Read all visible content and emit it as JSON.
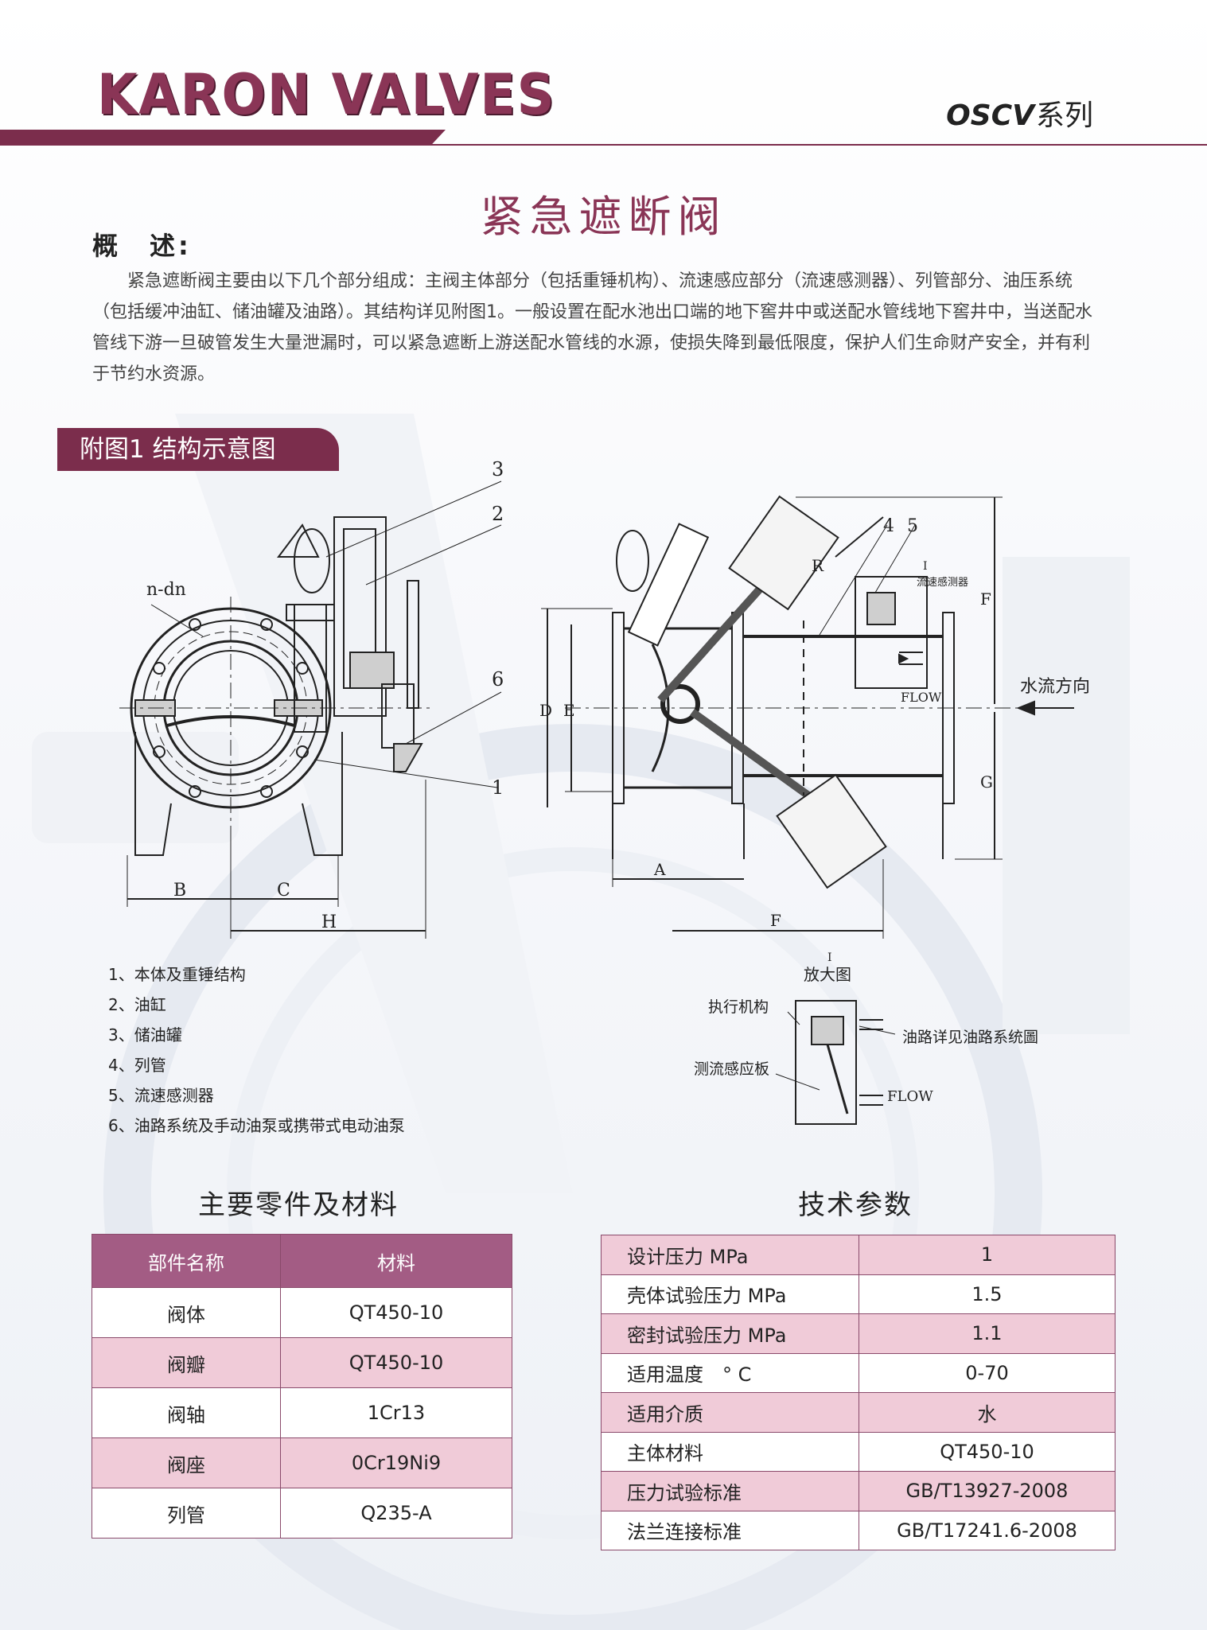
{
  "header": {
    "brand": "KARON VALVES",
    "series_code": "OSCV",
    "series_cn": "系列"
  },
  "title": "紧急遮断阀",
  "overview": {
    "heading": "概　述:",
    "text": "紧急遮断阀主要由以下几个部分组成：主阀主体部分（包括重锤机构）、流速感应部分（流速感测器）、列管部分、油压系统（包括缓冲油缸、储油罐及油路）。其结构详见附图1。一般设置在配水池出口端的地下窖井中或送配水管线地下窖井中，当送配水管线下游一旦破管发生大量泄漏时，可以紧急遮断上游送配水管线的水源，使损失降到最低限度，保护人们生命财产安全，并有利于节约水资源。"
  },
  "figure": {
    "label": "附图1  结构示意图",
    "callouts": [
      "1",
      "2",
      "3",
      "4",
      "5",
      "6",
      "I"
    ],
    "dims": [
      "n-dn",
      "B",
      "C",
      "H",
      "D",
      "E",
      "A",
      "F",
      "R",
      "G"
    ],
    "sensor_label": "流速感测器",
    "flow_label": "FLOW",
    "water_dir": "水流方向",
    "detail_title": "放大图",
    "actuator": "执行机构",
    "oil_note": "油路详见油路系统圖",
    "plate": "测流感应板"
  },
  "parts": [
    "1、本体及重锤结构",
    "2、油缸",
    "3、储油罐",
    "4、列管",
    "5、流速感测器",
    "6、油路系统及手动油泵或携带式电动油泵"
  ],
  "materials": {
    "title": "主要零件及材料",
    "headers": [
      "部件名称",
      "材料"
    ],
    "rows": [
      [
        "阀体",
        "QT450-10"
      ],
      [
        "阀瓣",
        "QT450-10"
      ],
      [
        "阀轴",
        "1Cr13"
      ],
      [
        "阀座",
        "0Cr19Ni9"
      ],
      [
        "列管",
        "Q235-A"
      ]
    ]
  },
  "specs": {
    "title": "技术参数",
    "rows": [
      [
        "设计压力 MPa",
        "1"
      ],
      [
        "壳体试验压力 MPa",
        "1.5"
      ],
      [
        "密封试验压力 MPa",
        "1.1"
      ],
      [
        "适用温度　° C",
        "0-70"
      ],
      [
        "适用介质",
        "水"
      ],
      [
        "主体材料",
        "QT450-10"
      ],
      [
        "压力试验标准",
        "GB/T13927-2008"
      ],
      [
        "法兰连接标准",
        "GB/T17241.6-2008"
      ]
    ]
  },
  "colors": {
    "brand": "#7b2d4c",
    "table_header": "#a35c84",
    "table_pink": "#f0cbd8"
  }
}
